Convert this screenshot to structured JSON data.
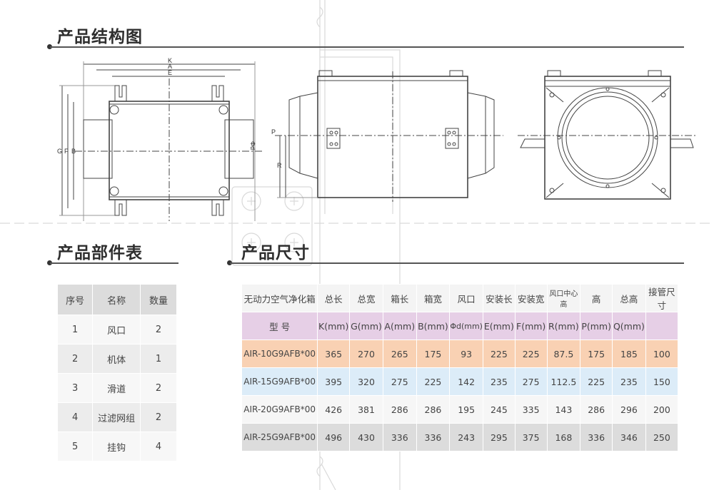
{
  "sections": {
    "structure_title": "产品结构图",
    "parts_title": "产品部件表",
    "size_title": "产品尺寸"
  },
  "diagram_labels": {
    "front": {
      "K": "K",
      "A": "A",
      "E": "E",
      "G": "G",
      "F": "F",
      "B": "B",
      "phi_d": "Φd"
    },
    "side": {
      "P": "P",
      "R": "R"
    }
  },
  "parts_table": {
    "headers": [
      "序号",
      "名称",
      "数量"
    ],
    "rows": [
      [
        "1",
        "风口",
        "2"
      ],
      [
        "2",
        "机体",
        "1"
      ],
      [
        "3",
        "滑道",
        "2"
      ],
      [
        "4",
        "过滤网组",
        "2"
      ],
      [
        "5",
        "挂钩",
        "4"
      ]
    ]
  },
  "size_table": {
    "headers": [
      "无动力空气净化箱",
      "总长",
      "总宽",
      "箱长",
      "箱宽",
      "风口",
      "安装长",
      "安装宽",
      "风口中心高",
      "高",
      "总高",
      "接管尺寸"
    ],
    "unit_row": [
      "型  号",
      "K(mm)",
      "G(mm)",
      "A(mm)",
      "B(mm)",
      "Φd(mm)",
      "E(mm)",
      "F(mm)",
      "R(mm)",
      "P(mm)",
      "Q(mm)",
      ""
    ],
    "rows": [
      [
        "AIR-10G9AFB*00",
        "365",
        "270",
        "265",
        "175",
        "93",
        "225",
        "225",
        "87.5",
        "175",
        "185",
        "100"
      ],
      [
        "AIR-15G9AFB*00",
        "395",
        "320",
        "275",
        "225",
        "142",
        "235",
        "275",
        "112.5",
        "225",
        "235",
        "150"
      ],
      [
        "AIR-20G9AFB*00",
        "426",
        "381",
        "286",
        "286",
        "195",
        "245",
        "335",
        "143",
        "286",
        "296",
        "200"
      ],
      [
        "AIR-25G9AFB*00",
        "496",
        "430",
        "336",
        "336",
        "243",
        "295",
        "375",
        "168",
        "336",
        "346",
        "250"
      ]
    ]
  }
}
